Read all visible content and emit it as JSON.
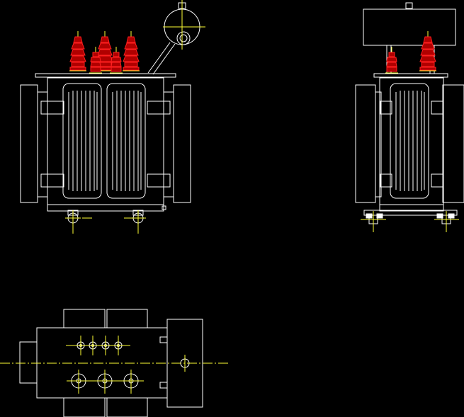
{
  "drawing": {
    "title": "",
    "views": [
      {
        "id": "front-view",
        "name": ""
      },
      {
        "id": "side-view",
        "name": ""
      },
      {
        "id": "top-view",
        "name": ""
      }
    ]
  },
  "colors": {
    "background": "#000000",
    "outline": "#ffffff",
    "centerline": "#ffff33",
    "bushing": "#ff2020",
    "bushing_fill": "#b00000"
  }
}
